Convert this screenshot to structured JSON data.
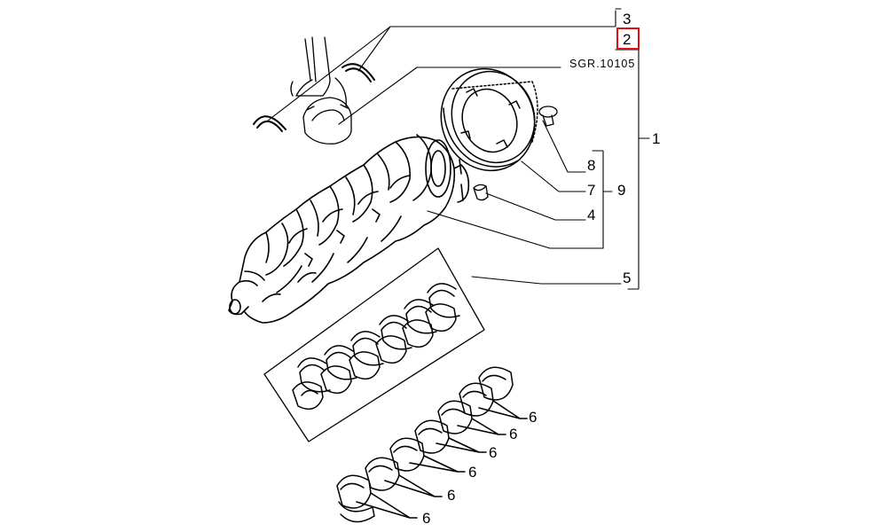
{
  "diagram": {
    "reference_code": "SGR.10105",
    "callouts": {
      "c3": "3",
      "c2": "2",
      "c1": "1",
      "c8": "8",
      "c7": "7",
      "c9": "9",
      "c4": "4",
      "c5": "5",
      "c6a": "6",
      "c6b": "6",
      "c6c": "6",
      "c6d": "6",
      "c6e": "6",
      "c6f": "6"
    },
    "highlighted_callout": "2",
    "highlight_color": "#e01010",
    "line_color": "#000000"
  }
}
